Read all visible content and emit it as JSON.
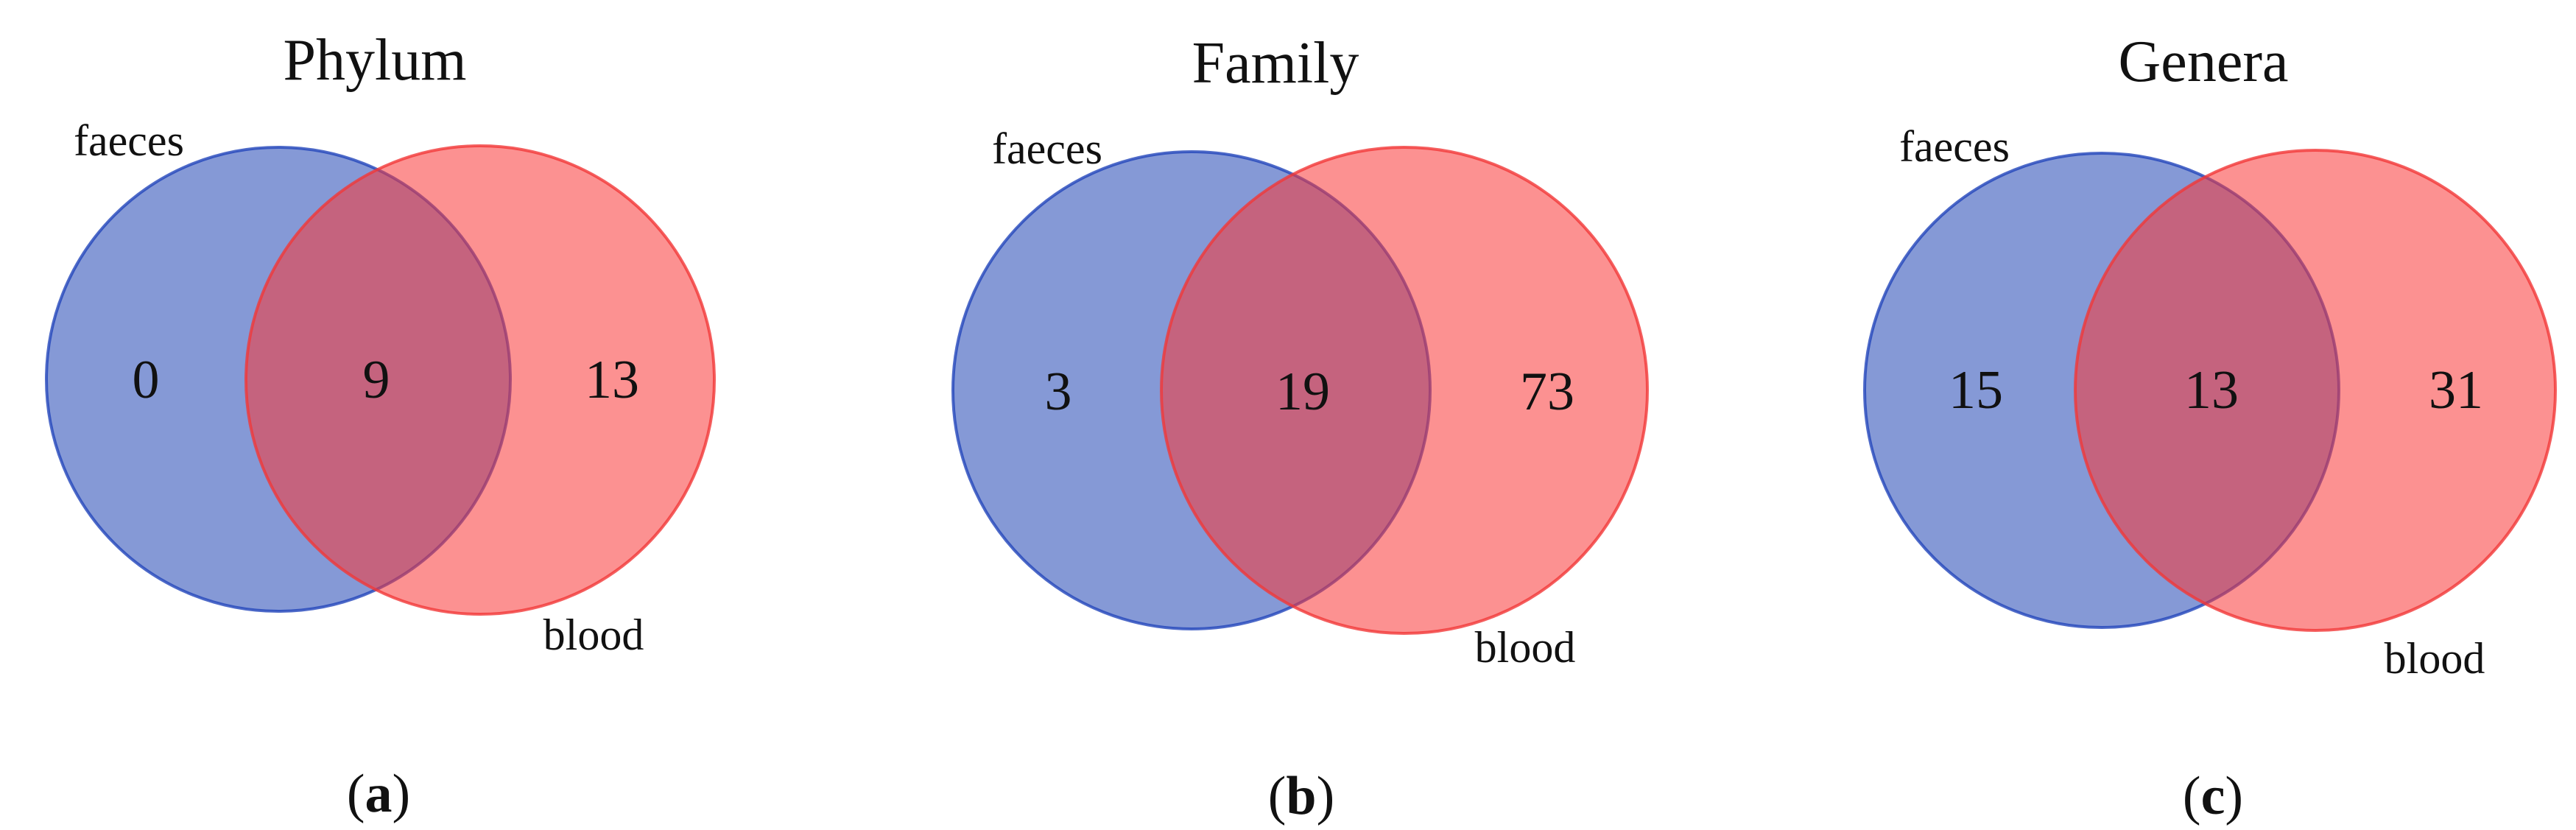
{
  "figure": {
    "type": "venn-diagram-figure",
    "background": "#ffffff",
    "colors": {
      "faeces_fill": "#8599D6",
      "blood_fill": "#FC9191",
      "overlap_fill": "#C0607F",
      "faeces_stroke": "#4E6BC9",
      "blood_stroke": "#F45F5F",
      "text": "#111111"
    }
  },
  "panels": [
    {
      "title": "Phylum",
      "left_label": "faeces",
      "right_label": "blood",
      "counts": {
        "left_only": "0",
        "intersection": "9",
        "right_only": "13"
      },
      "caption": {
        "open": "(",
        "letter": "a",
        "close": ")"
      }
    },
    {
      "title": "Family",
      "left_label": "faeces",
      "right_label": "blood",
      "counts": {
        "left_only": "3",
        "intersection": "19",
        "right_only": "73"
      },
      "caption": {
        "open": "(",
        "letter": "b",
        "close": ")"
      }
    },
    {
      "title": "Genera",
      "left_label": "faeces",
      "right_label": "blood",
      "counts": {
        "left_only": "15",
        "intersection": "13",
        "right_only": "31"
      },
      "caption": {
        "open": "(",
        "letter": "c",
        "close": ")"
      }
    }
  ],
  "chart_data": [
    {
      "type": "venn",
      "title": "Phylum",
      "sets": [
        "faeces",
        "blood"
      ],
      "faeces_only": 0,
      "intersection": 9,
      "blood_only": 13,
      "caption": "(a)"
    },
    {
      "type": "venn",
      "title": "Family",
      "sets": [
        "faeces",
        "blood"
      ],
      "faeces_only": 3,
      "intersection": 19,
      "blood_only": 73,
      "caption": "(b)"
    },
    {
      "type": "venn",
      "title": "Genera",
      "sets": [
        "faeces",
        "blood"
      ],
      "faeces_only": 15,
      "intersection": 13,
      "blood_only": 31,
      "caption": "(c)"
    }
  ]
}
